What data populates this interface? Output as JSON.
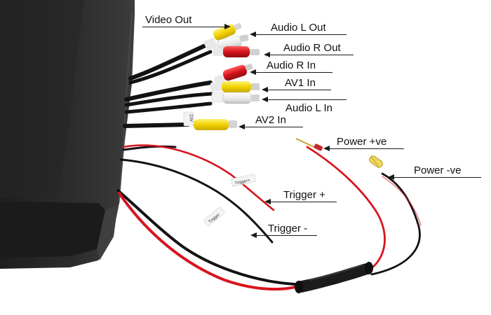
{
  "labels": {
    "video_out": "Video Out",
    "audio_l_out": "Audio L Out",
    "audio_r_out": "Audio R Out",
    "audio_r_in": "Audio R In",
    "av1_in": "AV1 In",
    "audio_l_in": "Audio L In",
    "av2_in": "AV2 In",
    "power_pos": "Power +ve",
    "power_neg": "Power -ve",
    "trigger_pos": "Trigger +",
    "trigger_neg": "Trigger -"
  },
  "tags": {
    "av2": "AV2",
    "trigger_plus": "Trigger+",
    "trigger": "Trigger"
  },
  "colors": {
    "monitor_body": "#2a2a2a",
    "monitor_edge": "#4a4a4a",
    "cable_black": "#111111",
    "wire_red": "#d8141e",
    "plug_yellow": "#f2d200",
    "plug_white": "#eeeeee",
    "plug_red": "#d3141c",
    "label_line": "#1a1a1a"
  }
}
